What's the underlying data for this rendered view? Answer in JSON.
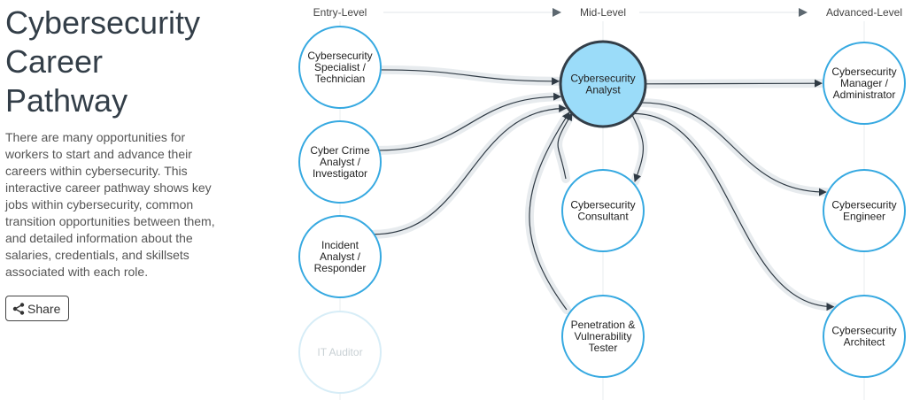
{
  "title_lines": [
    "Cybersecurity",
    "Career",
    "Pathway"
  ],
  "description": "There are many opportunities for workers to start and advance their careers within cybersecurity. This interactive career pathway shows key jobs within cybersecurity, common transition opportunities between them, and detailed information about the salaries, credentials, and skillsets associated with each role.",
  "share_label": "Share",
  "stages": [
    "Entry-Level",
    "Mid-Level",
    "Advanced-Level"
  ],
  "colors": {
    "node_stroke": "#36a9e1",
    "node_selected_fill": "#9bdcf9",
    "node_selected_stroke": "#333e48",
    "node_disabled_stroke": "#d7edf7",
    "halo": "#e7ebee",
    "edge": "#2f3a44"
  },
  "nodes": [
    {
      "id": "specialist",
      "stage": "Entry-Level",
      "lines": [
        "Cybersecurity",
        "Specialist /",
        "Technician"
      ]
    },
    {
      "id": "crime",
      "stage": "Entry-Level",
      "lines": [
        "Cyber Crime",
        "Analyst /",
        "Investigator"
      ]
    },
    {
      "id": "incident",
      "stage": "Entry-Level",
      "lines": [
        "Incident",
        "Analyst /",
        "Responder"
      ]
    },
    {
      "id": "auditor",
      "stage": "Entry-Level",
      "lines": [
        "IT Auditor"
      ],
      "disabled": true
    },
    {
      "id": "analyst",
      "stage": "Mid-Level",
      "lines": [
        "Cybersecurity",
        "Analyst"
      ],
      "selected": true
    },
    {
      "id": "consultant",
      "stage": "Mid-Level",
      "lines": [
        "Cybersecurity",
        "Consultant"
      ]
    },
    {
      "id": "pentester",
      "stage": "Mid-Level",
      "lines": [
        "Penetration &",
        "Vulnerability",
        "Tester"
      ]
    },
    {
      "id": "manager",
      "stage": "Advanced-Level",
      "lines": [
        "Cybersecurity",
        "Manager /",
        "Administrator"
      ]
    },
    {
      "id": "engineer",
      "stage": "Advanced-Level",
      "lines": [
        "Cybersecurity",
        "Engineer"
      ]
    },
    {
      "id": "architect",
      "stage": "Advanced-Level",
      "lines": [
        "Cybersecurity",
        "Architect"
      ]
    }
  ],
  "edges": [
    {
      "from": "specialist",
      "to": "analyst"
    },
    {
      "from": "crime",
      "to": "analyst"
    },
    {
      "from": "incident",
      "to": "analyst"
    },
    {
      "from": "consultant",
      "to": "analyst"
    },
    {
      "from": "analyst",
      "to": "consultant"
    },
    {
      "from": "pentester",
      "to": "analyst"
    },
    {
      "from": "analyst",
      "to": "manager"
    },
    {
      "from": "analyst",
      "to": "engineer"
    },
    {
      "from": "analyst",
      "to": "architect"
    }
  ]
}
